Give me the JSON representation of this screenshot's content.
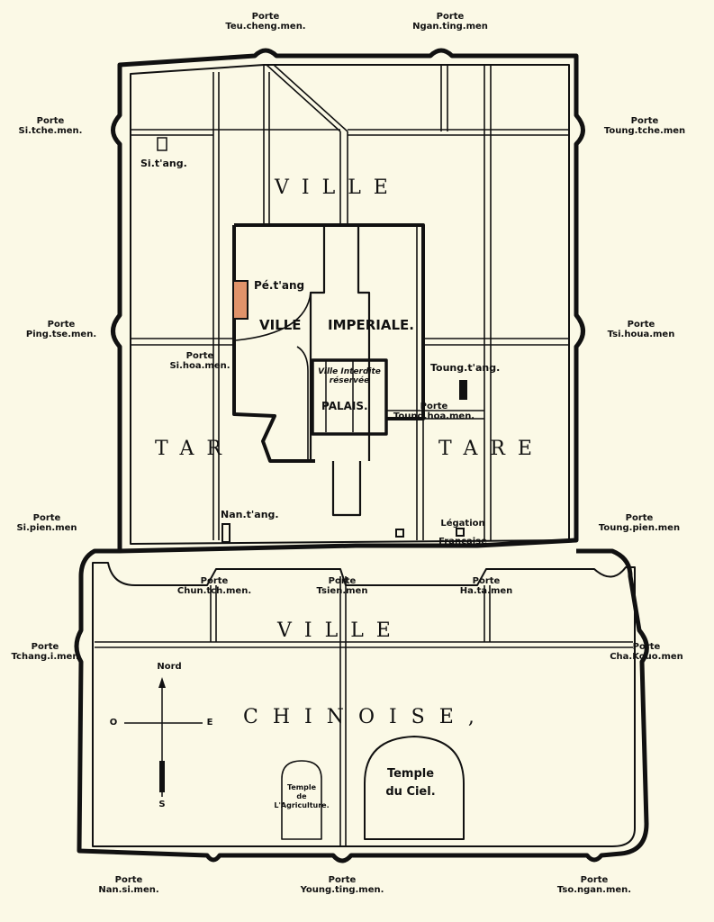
{
  "districts": {
    "ville_tartare_1": "VILLE",
    "ville_tartare_2a": "TAR",
    "ville_tartare_2b": "TARE",
    "ville_imperiale_1": "VILLE",
    "ville_imperiale_2": "IMPERIALE.",
    "ville_interdite": "Ville Interdite réservée",
    "palais": "PALAIS.",
    "ville_chinoise_1": "VILLE",
    "ville_chinoise_2": "CHINOISE,"
  },
  "gates": [
    {
      "title": "Porte",
      "name": "Teu.cheng.men."
    },
    {
      "title": "Porte",
      "name": "Ngan.ting.men"
    },
    {
      "title": "Porte",
      "name": "Si.tche.men."
    },
    {
      "title": "Porte",
      "name": "Toung.tche.men"
    },
    {
      "title": "Porte",
      "name": "Ping.tse.men."
    },
    {
      "title": "Porte",
      "name": "Tsi.houa.men"
    },
    {
      "title": "Porte",
      "name": "Si.hoa.men."
    },
    {
      "title": "Porte",
      "name": "Toung.hoa.men."
    },
    {
      "title": "Porte",
      "name": "Si.pien.men"
    },
    {
      "title": "Porte",
      "name": "Toung.pien.men"
    },
    {
      "title": "Porte",
      "name": "Chun.tch.men."
    },
    {
      "title": "Porte",
      "name": "Tsien.men"
    },
    {
      "title": "Porte",
      "name": "Ha.ta.men"
    },
    {
      "title": "Porte",
      "name": "Tchang.i.men"
    },
    {
      "title": "Porte",
      "name": "Cha.Kouo.men"
    },
    {
      "title": "Porte",
      "name": "Nan.si.men."
    },
    {
      "title": "Porte",
      "name": "Young.ting.men."
    },
    {
      "title": "Porte",
      "name": "Tso.ngan.men."
    }
  ],
  "churches": {
    "si_tang": "Si.t'ang.",
    "pe_tang": "Pé.t'ang",
    "toung_tang": "Toung.t'ang.",
    "nan_tang": "Nan.t'ang."
  },
  "legation": [
    "Légation",
    "Française"
  ],
  "temples": {
    "ciel": [
      "Temple",
      "du Ciel."
    ],
    "agriculture": [
      "Temple",
      "de",
      "L'Agriculture."
    ]
  },
  "compass": {
    "north": "Nord",
    "south": "S",
    "east": "E",
    "west": "O"
  },
  "colors": {
    "background": "#fbf9e6",
    "ink": "#111111",
    "highlight": "#e0936a"
  }
}
